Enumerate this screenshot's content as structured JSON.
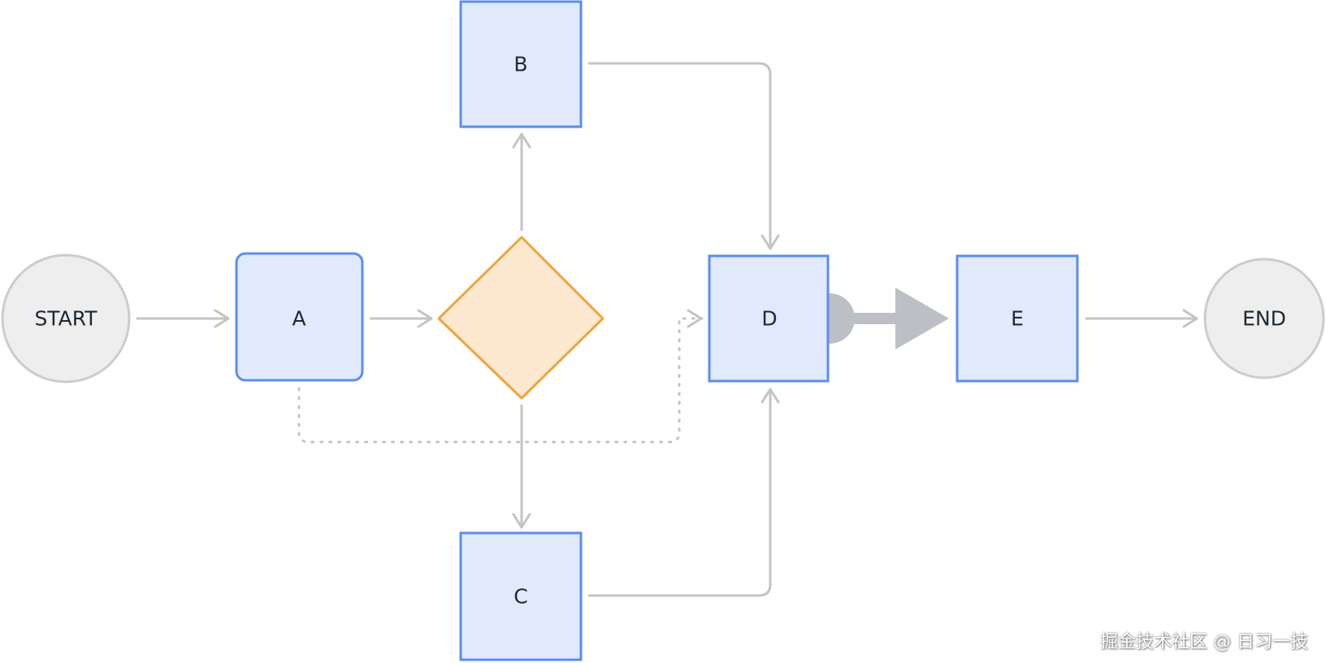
{
  "diagram": {
    "type": "flowchart",
    "nodes": [
      {
        "id": "start",
        "shape": "circle",
        "label": "START"
      },
      {
        "id": "a",
        "shape": "rounded-rect",
        "label": "A"
      },
      {
        "id": "decision",
        "shape": "diamond",
        "label": ""
      },
      {
        "id": "b",
        "shape": "rect",
        "label": "B"
      },
      {
        "id": "c",
        "shape": "rect",
        "label": "C"
      },
      {
        "id": "d",
        "shape": "rect",
        "label": "D"
      },
      {
        "id": "e",
        "shape": "rect",
        "label": "E"
      },
      {
        "id": "end",
        "shape": "circle",
        "label": "END"
      }
    ],
    "edges": [
      {
        "from": "start",
        "to": "a",
        "style": "solid"
      },
      {
        "from": "a",
        "to": "decision",
        "style": "solid"
      },
      {
        "from": "decision",
        "to": "b",
        "style": "solid"
      },
      {
        "from": "decision",
        "to": "c",
        "style": "solid"
      },
      {
        "from": "b",
        "to": "d",
        "style": "solid"
      },
      {
        "from": "c",
        "to": "d",
        "style": "solid"
      },
      {
        "from": "a",
        "to": "d",
        "style": "dotted"
      },
      {
        "from": "d",
        "to": "e",
        "style": "bold"
      },
      {
        "from": "e",
        "to": "end",
        "style": "solid"
      }
    ]
  },
  "colors": {
    "box_fill": "#e0eafc",
    "box_stroke": "#5b8def",
    "decision_fill": "#fde8d0",
    "decision_stroke": "#f0a43c",
    "terminal_fill": "#eeeeee",
    "terminal_stroke": "#cccccc",
    "edge": "#c4c4c4",
    "bold_edge": "#bcbfc4"
  },
  "watermark": "掘金技术社区 @ 日习一技"
}
